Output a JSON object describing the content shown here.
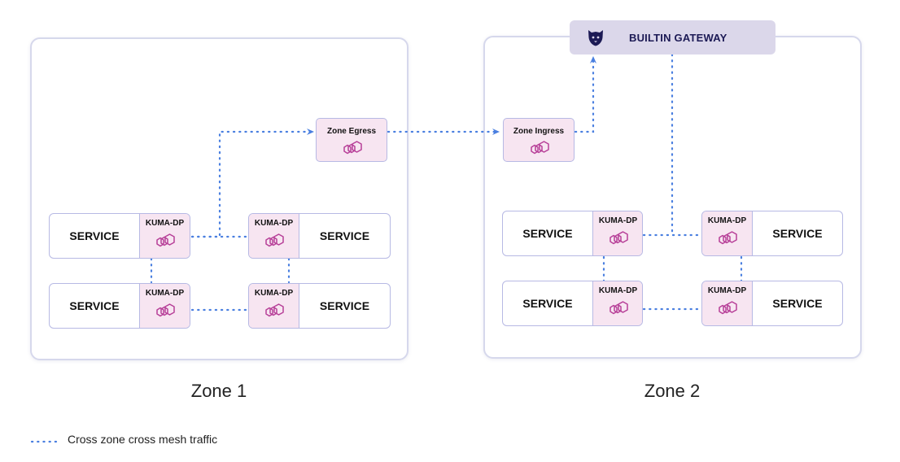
{
  "zones": [
    {
      "label": "Zone 1"
    },
    {
      "label": "Zone 2"
    }
  ],
  "service_label": "SERVICE",
  "dataplane_label": "KUMA-DP",
  "zone_egress": {
    "label": "Zone Egress"
  },
  "zone_ingress": {
    "label": "Zone Ingress"
  },
  "gateway": {
    "label": "BUILTIN GATEWAY"
  },
  "legend": {
    "text": "Cross zone cross mesh traffic"
  },
  "colors": {
    "traffic_line": "#4a7fe0",
    "dataplane_bg": "#f7e5f1",
    "node_border": "#b7b9e4",
    "icon": "#b73f98",
    "gateway_bg": "#dbd7ea",
    "gateway_text": "#1c1a55"
  },
  "icons": {
    "dataplane": "kuma-dataplane-icon",
    "gateway": "kuma-bear-icon"
  }
}
